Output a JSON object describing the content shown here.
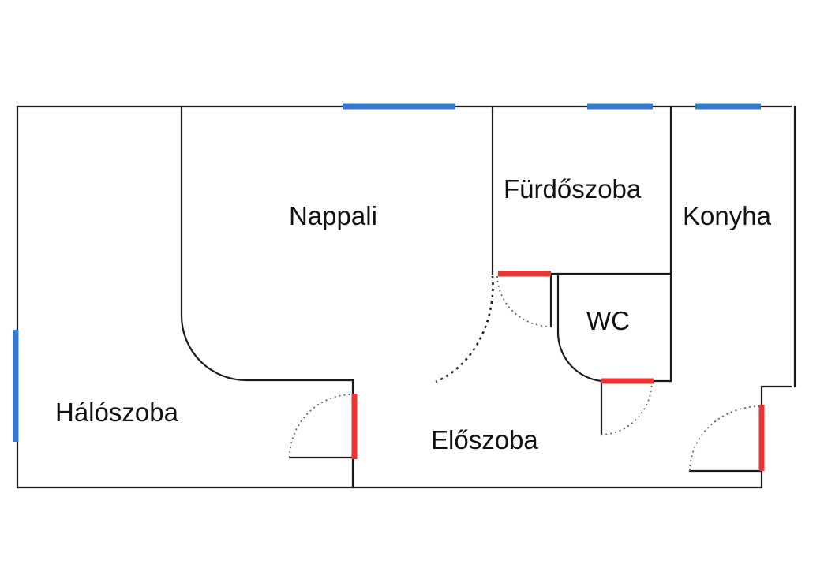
{
  "plan": {
    "type": "floor-plan",
    "rooms": [
      {
        "id": "nappali",
        "label": "Nappali"
      },
      {
        "id": "furdoszoba",
        "label": "Fürdőszoba"
      },
      {
        "id": "konyha",
        "label": "Konyha"
      },
      {
        "id": "wc",
        "label": "WC"
      },
      {
        "id": "haloszoba",
        "label": "Hálószoba"
      },
      {
        "id": "eloszoba",
        "label": "Előszoba"
      }
    ],
    "legend_colors": {
      "wall": "#1a1a1a",
      "window": "#2f7ad6",
      "door": "#ee3333"
    }
  }
}
